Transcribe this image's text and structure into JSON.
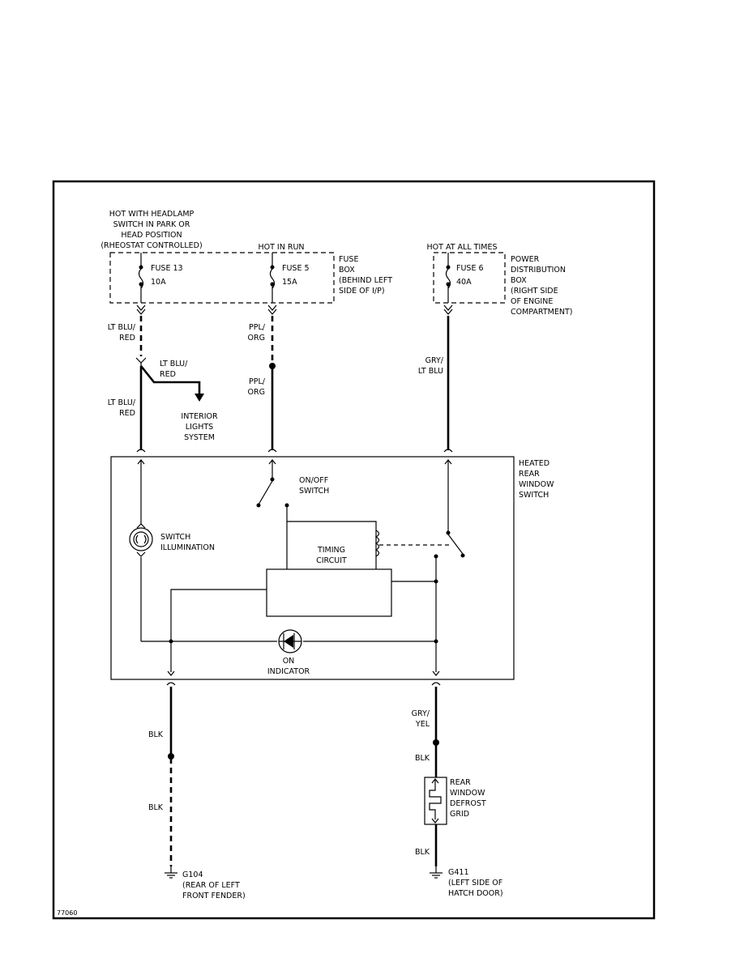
{
  "labels": {
    "hot_headlamp": [
      "HOT WITH HEADLAMP",
      "SWITCH IN PARK OR",
      "HEAD POSITION",
      "(RHEOSTAT CONTROLLED)"
    ],
    "hot_in_run": "HOT IN RUN",
    "hot_at_all_times": "HOT AT ALL TIMES",
    "fuse13": [
      "FUSE 13",
      "10A"
    ],
    "fuse5": [
      "FUSE 5",
      "15A"
    ],
    "fuse6": [
      "FUSE 6",
      "40A"
    ],
    "fuse_box": [
      "FUSE",
      "BOX",
      "(BEHIND LEFT",
      "SIDE OF I/P)"
    ],
    "power_dist": [
      "POWER",
      "DISTRIBUTION",
      "BOX",
      "(RIGHT SIDE",
      "OF ENGINE",
      "COMPARTMENT)"
    ],
    "wire_ltblu_red_1": [
      "LT BLU/",
      "RED"
    ],
    "wire_ltblu_red_branch": [
      "LT BLU/",
      "RED"
    ],
    "wire_ltblu_red_2": [
      "LT BLU/",
      "RED"
    ],
    "wire_ppl_org_1": [
      "PPL/",
      "ORG"
    ],
    "wire_ppl_org_2": [
      "PPL/",
      "ORG"
    ],
    "wire_gry_ltblu": [
      "GRY/",
      "LT BLU"
    ],
    "interior_lights": [
      "INTERIOR",
      "LIGHTS",
      "SYSTEM"
    ],
    "heated_switch": [
      "HEATED",
      "REAR",
      "WINDOW",
      "SWITCH"
    ],
    "onoff_switch": [
      "ON/OFF",
      "SWITCH"
    ],
    "switch_illum": [
      "SWITCH",
      "ILLUMINATION"
    ],
    "timing_circuit": [
      "TIMING",
      "CIRCUIT"
    ],
    "on_indicator": [
      "ON",
      "INDICATOR"
    ],
    "wire_blk_1": "BLK",
    "wire_blk_2": "BLK",
    "wire_gry_yel": [
      "GRY/",
      "YEL"
    ],
    "wire_blk_3": "BLK",
    "defrost_grid": [
      "REAR",
      "WINDOW",
      "DEFROST",
      "GRID"
    ],
    "wire_blk_4": "BLK",
    "g104": [
      "G104",
      "(REAR OF LEFT",
      "FRONT FENDER)"
    ],
    "g411": [
      "G411",
      "(LEFT SIDE OF",
      "HATCH DOOR)"
    ],
    "diagram_id": "77060"
  }
}
